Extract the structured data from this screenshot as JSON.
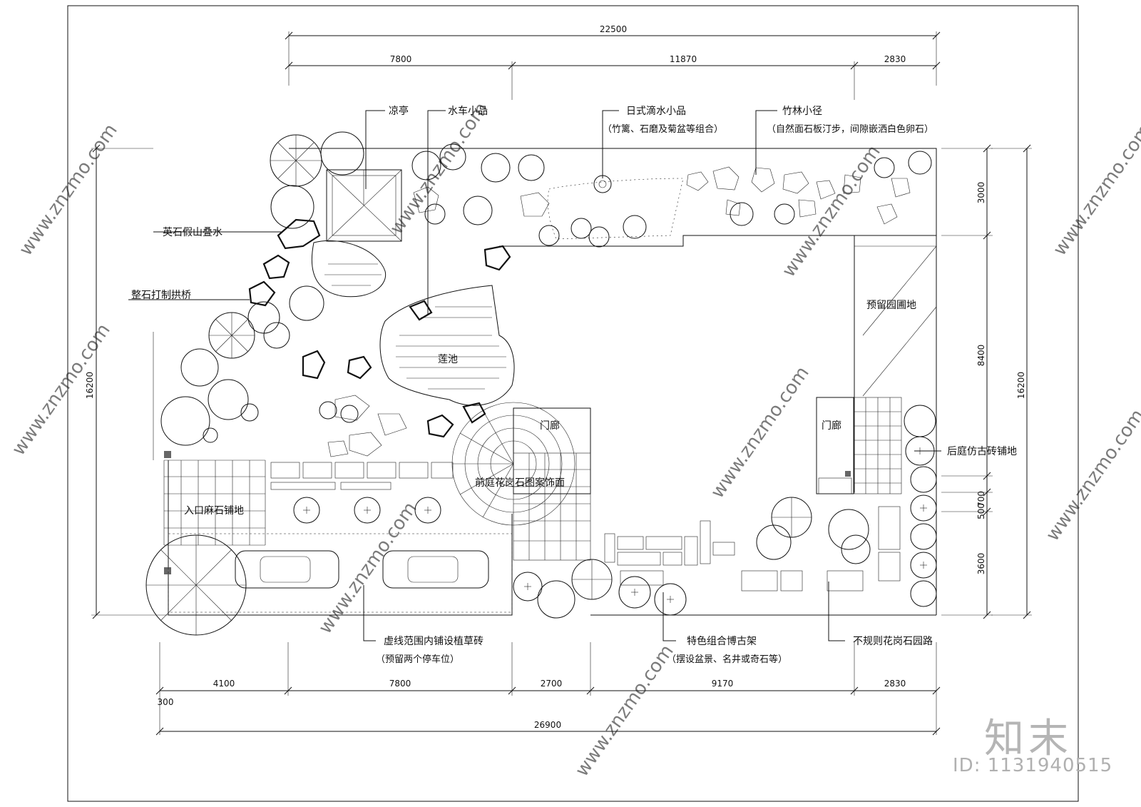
{
  "dimensions": {
    "top_total": "22500",
    "top_parts": [
      "7800",
      "11870",
      "2830"
    ],
    "bottom_parts": [
      "4100",
      "7800",
      "2700",
      "9170",
      "2830"
    ],
    "bottom_offset": "300",
    "bottom_total": "26900",
    "left_total": "16200",
    "right_total": "16200",
    "right_parts": [
      "3000",
      "8400",
      "500",
      "700",
      "3600"
    ]
  },
  "labels": {
    "pavilion": "凉亭",
    "waterwheel": "水车小品",
    "drip_title": "日式滴水小品",
    "drip_sub": "（竹篱、石磨及菊盆等组合）",
    "bamboo_title": "竹林小径",
    "bamboo_sub": "（自然面石板汀步，间隙嵌洒白色卵石）",
    "rockery": "英石假山叠水",
    "arch_bridge": "整石打制拱桥",
    "lotus_pond": "莲池",
    "reserved_garden": "预留园圃地",
    "gallery_front": "门廊",
    "gallery_back": "门廊",
    "back_paving": "后庭仿古砖铺地",
    "front_granite": "前庭花岗石图案饰面",
    "entrance_paving": "入口麻石铺地",
    "grass_title": "虚线范围内铺设植草砖",
    "grass_sub": "（预留两个停车位）",
    "bogu_title": "特色组合博古架",
    "bogu_sub": "（摆设盆景、名井或奇石等）",
    "granite_path": "不规则花岗石园路"
  },
  "watermark": {
    "site": "www.znzmo.com",
    "brand": "知末",
    "image_id": "ID: 1131940515"
  }
}
